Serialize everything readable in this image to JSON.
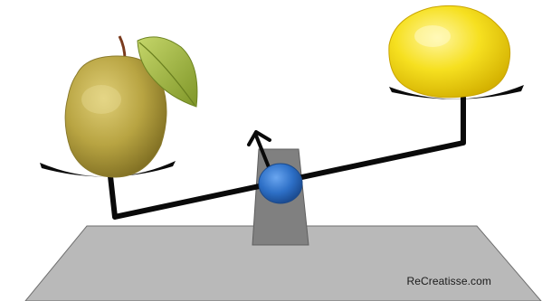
{
  "watermark": "ReCreatisse.com",
  "scene": {
    "left_pan_item": "guava",
    "right_pan_item": "lemon",
    "pivot_arrow": "up-arrow",
    "heavier_side": "left"
  },
  "colors": {
    "floor": "#b9b9b9",
    "floor_edge": "#6e6e6e",
    "stand": "#808080",
    "pivot": "#2d6fc6",
    "beam": "#0a0a0a",
    "guava": "#b7a441",
    "leaf": "#9aae3b",
    "lemon": "#f5dd1a"
  }
}
